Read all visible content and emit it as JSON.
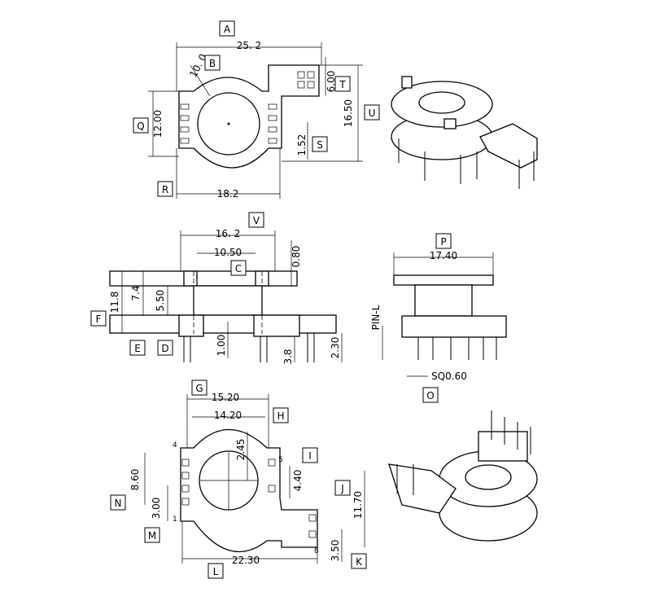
{
  "dimensions": {
    "top_width": "25. 2",
    "top_bore": "10. 0",
    "top_height_left": "12.00",
    "top_tab": "6.00",
    "top_total_height": "16.50",
    "top_pin_gap": "1.52",
    "top_bottom_width": "18.2",
    "side_width": "16. 2",
    "side_inner": "10.50",
    "side_flange": "0.80",
    "side_total": "11.8",
    "side_7_4": "7.4",
    "side_5_50": "5.50",
    "side_1_00": "1.00",
    "side_3_8": "3.8",
    "side_2_30": "2.30",
    "end_width": "17.40",
    "end_pin_label": "PIN-L",
    "end_square": "SQ0.60",
    "bot_width_outer": "15.20",
    "bot_width_inner": "14.20",
    "bot_2_45": "2.45",
    "bot_8_60": "8.60",
    "bot_4_40": "4.40",
    "bot_3_00": "3.00",
    "bot_11_70": "11.70",
    "bot_3_50": "3.50",
    "bot_22_30": "22.30"
  },
  "labels": {
    "A": "A",
    "B": "B",
    "C": "C",
    "D": "D",
    "E": "E",
    "F": "F",
    "G": "G",
    "H": "H",
    "I": "I",
    "J": "J",
    "K": "K",
    "L": "L",
    "M": "M",
    "N": "N",
    "O": "O",
    "P": "P",
    "Q": "Q",
    "R": "R",
    "S": "S",
    "T": "T",
    "U": "U",
    "V": "V"
  },
  "pins": {
    "p1": "1",
    "p4": "4",
    "p5": "5",
    "p8": "8"
  }
}
